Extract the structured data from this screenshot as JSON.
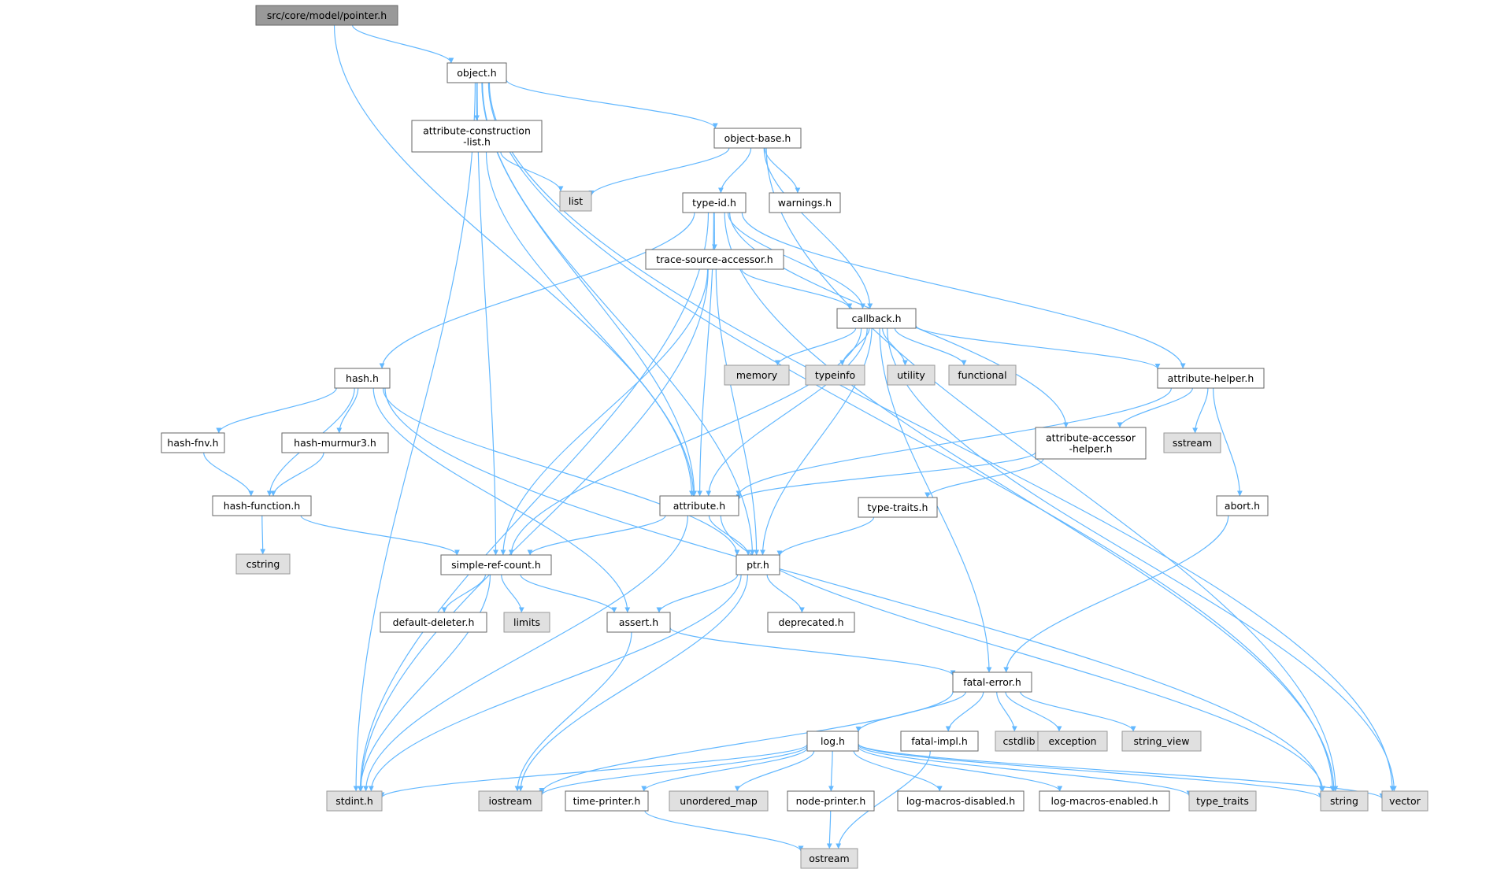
{
  "nodes": [
    {
      "id": "pointer",
      "label": [
        "src/core/model/pointer.h"
      ],
      "kind": "root"
    },
    {
      "id": "object",
      "label": [
        "object.h"
      ],
      "kind": "header"
    },
    {
      "id": "acl",
      "label": [
        "attribute-construction",
        "-list.h"
      ],
      "kind": "header"
    },
    {
      "id": "objbase",
      "label": [
        "object-base.h"
      ],
      "kind": "header"
    },
    {
      "id": "list",
      "label": [
        "list"
      ],
      "kind": "sys"
    },
    {
      "id": "typeid",
      "label": [
        "type-id.h"
      ],
      "kind": "header"
    },
    {
      "id": "warnings",
      "label": [
        "warnings.h"
      ],
      "kind": "header"
    },
    {
      "id": "tsa",
      "label": [
        "trace-source-accessor.h"
      ],
      "kind": "header"
    },
    {
      "id": "callback",
      "label": [
        "callback.h"
      ],
      "kind": "header"
    },
    {
      "id": "hash",
      "label": [
        "hash.h"
      ],
      "kind": "header"
    },
    {
      "id": "memory",
      "label": [
        "memory"
      ],
      "kind": "sys"
    },
    {
      "id": "typeinfo",
      "label": [
        "typeinfo"
      ],
      "kind": "sys"
    },
    {
      "id": "utility",
      "label": [
        "utility"
      ],
      "kind": "sys"
    },
    {
      "id": "functional",
      "label": [
        "functional"
      ],
      "kind": "sys"
    },
    {
      "id": "attrhelper",
      "label": [
        "attribute-helper.h"
      ],
      "kind": "header"
    },
    {
      "id": "hashfnv",
      "label": [
        "hash-fnv.h"
      ],
      "kind": "header"
    },
    {
      "id": "hashmm3",
      "label": [
        "hash-murmur3.h"
      ],
      "kind": "header"
    },
    {
      "id": "aah",
      "label": [
        "attribute-accessor",
        "-helper.h"
      ],
      "kind": "header"
    },
    {
      "id": "sstream",
      "label": [
        "sstream"
      ],
      "kind": "sys"
    },
    {
      "id": "hashfunc",
      "label": [
        "hash-function.h"
      ],
      "kind": "header"
    },
    {
      "id": "attribute",
      "label": [
        "attribute.h"
      ],
      "kind": "header"
    },
    {
      "id": "typetraits_h",
      "label": [
        "type-traits.h"
      ],
      "kind": "header"
    },
    {
      "id": "abort",
      "label": [
        "abort.h"
      ],
      "kind": "header"
    },
    {
      "id": "cstring",
      "label": [
        "cstring"
      ],
      "kind": "sys"
    },
    {
      "id": "src",
      "label": [
        "simple-ref-count.h"
      ],
      "kind": "header"
    },
    {
      "id": "ptr",
      "label": [
        "ptr.h"
      ],
      "kind": "header"
    },
    {
      "id": "defdel",
      "label": [
        "default-deleter.h"
      ],
      "kind": "header"
    },
    {
      "id": "limits",
      "label": [
        "limits"
      ],
      "kind": "sys"
    },
    {
      "id": "assert",
      "label": [
        "assert.h"
      ],
      "kind": "header"
    },
    {
      "id": "deprecated",
      "label": [
        "deprecated.h"
      ],
      "kind": "header"
    },
    {
      "id": "fatal",
      "label": [
        "fatal-error.h"
      ],
      "kind": "header"
    },
    {
      "id": "log",
      "label": [
        "log.h"
      ],
      "kind": "header"
    },
    {
      "id": "fatalimpl",
      "label": [
        "fatal-impl.h"
      ],
      "kind": "header"
    },
    {
      "id": "cstdlib",
      "label": [
        "cstdlib"
      ],
      "kind": "sys"
    },
    {
      "id": "exception",
      "label": [
        "exception"
      ],
      "kind": "sys"
    },
    {
      "id": "string_view",
      "label": [
        "string_view"
      ],
      "kind": "sys"
    },
    {
      "id": "stdint",
      "label": [
        "stdint.h"
      ],
      "kind": "sys"
    },
    {
      "id": "iostream",
      "label": [
        "iostream"
      ],
      "kind": "sys"
    },
    {
      "id": "timeprinter",
      "label": [
        "time-printer.h"
      ],
      "kind": "header"
    },
    {
      "id": "unordered_map",
      "label": [
        "unordered_map"
      ],
      "kind": "sys"
    },
    {
      "id": "nodeprinter",
      "label": [
        "node-printer.h"
      ],
      "kind": "header"
    },
    {
      "id": "lmd",
      "label": [
        "log-macros-disabled.h"
      ],
      "kind": "header"
    },
    {
      "id": "lme",
      "label": [
        "log-macros-enabled.h"
      ],
      "kind": "header"
    },
    {
      "id": "type_traits",
      "label": [
        "type_traits"
      ],
      "kind": "sys"
    },
    {
      "id": "string",
      "label": [
        "string"
      ],
      "kind": "sys"
    },
    {
      "id": "vector",
      "label": [
        "vector"
      ],
      "kind": "sys"
    },
    {
      "id": "ostream",
      "label": [
        "ostream"
      ],
      "kind": "sys"
    }
  ],
  "edges": [
    [
      "pointer",
      "object"
    ],
    [
      "pointer",
      "attribute"
    ],
    [
      "object",
      "acl"
    ],
    [
      "object",
      "objbase"
    ],
    [
      "object",
      "attribute"
    ],
    [
      "object",
      "src"
    ],
    [
      "object",
      "stdint"
    ],
    [
      "object",
      "ptr"
    ],
    [
      "object",
      "string"
    ],
    [
      "object",
      "vector"
    ],
    [
      "acl",
      "list"
    ],
    [
      "acl",
      "attribute"
    ],
    [
      "objbase",
      "list"
    ],
    [
      "objbase",
      "typeid"
    ],
    [
      "objbase",
      "warnings"
    ],
    [
      "objbase",
      "callback"
    ],
    [
      "objbase",
      "string"
    ],
    [
      "typeid",
      "tsa"
    ],
    [
      "typeid",
      "callback"
    ],
    [
      "typeid",
      "hash"
    ],
    [
      "typeid",
      "attrhelper"
    ],
    [
      "typeid",
      "aah"
    ],
    [
      "typeid",
      "attribute"
    ],
    [
      "typeid",
      "stdint"
    ],
    [
      "typeid",
      "string"
    ],
    [
      "tsa",
      "callback"
    ],
    [
      "tsa",
      "ptr"
    ],
    [
      "tsa",
      "src"
    ],
    [
      "tsa",
      "stdint"
    ],
    [
      "callback",
      "memory"
    ],
    [
      "callback",
      "typeinfo"
    ],
    [
      "callback",
      "utility"
    ],
    [
      "callback",
      "functional"
    ],
    [
      "callback",
      "attrhelper"
    ],
    [
      "callback",
      "attribute"
    ],
    [
      "callback",
      "ptr"
    ],
    [
      "callback",
      "src"
    ],
    [
      "callback",
      "fatal"
    ],
    [
      "callback",
      "vector"
    ],
    [
      "hash",
      "hashfnv"
    ],
    [
      "hash",
      "hashmm3"
    ],
    [
      "hash",
      "hashfunc"
    ],
    [
      "hash",
      "ptr"
    ],
    [
      "hash",
      "assert"
    ],
    [
      "hash",
      "string"
    ],
    [
      "attrhelper",
      "aah"
    ],
    [
      "attrhelper",
      "sstream"
    ],
    [
      "attrhelper",
      "abort"
    ],
    [
      "attrhelper",
      "attribute"
    ],
    [
      "hashfnv",
      "hashfunc"
    ],
    [
      "hashmm3",
      "hashfunc"
    ],
    [
      "aah",
      "attribute"
    ],
    [
      "aah",
      "typetraits_h"
    ],
    [
      "hashfunc",
      "cstring"
    ],
    [
      "hashfunc",
      "src"
    ],
    [
      "attribute",
      "src"
    ],
    [
      "attribute",
      "ptr"
    ],
    [
      "attribute",
      "stdint"
    ],
    [
      "attribute",
      "string"
    ],
    [
      "typetraits_h",
      "ptr"
    ],
    [
      "abort",
      "fatal"
    ],
    [
      "src",
      "defdel"
    ],
    [
      "src",
      "limits"
    ],
    [
      "src",
      "assert"
    ],
    [
      "src",
      "stdint"
    ],
    [
      "ptr",
      "assert"
    ],
    [
      "ptr",
      "deprecated"
    ],
    [
      "ptr",
      "iostream"
    ],
    [
      "ptr",
      "stdint"
    ],
    [
      "assert",
      "fatal"
    ],
    [
      "assert",
      "iostream"
    ],
    [
      "fatal",
      "log"
    ],
    [
      "fatal",
      "fatalimpl"
    ],
    [
      "fatal",
      "cstdlib"
    ],
    [
      "fatal",
      "exception"
    ],
    [
      "fatal",
      "string_view"
    ],
    [
      "fatal",
      "iostream"
    ],
    [
      "log",
      "stdint"
    ],
    [
      "log",
      "iostream"
    ],
    [
      "log",
      "timeprinter"
    ],
    [
      "log",
      "unordered_map"
    ],
    [
      "log",
      "nodeprinter"
    ],
    [
      "log",
      "lmd"
    ],
    [
      "log",
      "lme"
    ],
    [
      "log",
      "type_traits"
    ],
    [
      "log",
      "string"
    ],
    [
      "log",
      "vector"
    ],
    [
      "fatalimpl",
      "ostream"
    ],
    [
      "timeprinter",
      "ostream"
    ],
    [
      "nodeprinter",
      "ostream"
    ]
  ]
}
